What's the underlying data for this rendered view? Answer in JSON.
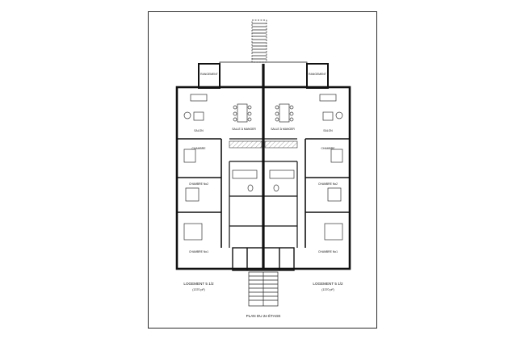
{
  "sheet": {
    "title": "PLAN DU 2e ÉTAGE"
  },
  "units": [
    {
      "name": "LOGEMENT 5 1/2",
      "area": "(1370 pi²)",
      "rooms": {
        "storage": "RANGEMENT",
        "living": "SALON",
        "dining": "SALLE À MANGER",
        "bedroom_a": "CHAMBRE",
        "bedroom_b": "CHAMBRE No2",
        "bedroom_main": "CHAMBRE No1"
      }
    },
    {
      "name": "LOGEMENT 5 1/2",
      "area": "(1370 pi²)",
      "rooms": {
        "storage": "RANGEMENT",
        "living": "SALON",
        "dining": "SALLE À MANGER",
        "bedroom_a": "CHAMBRE",
        "bedroom_b": "CHAMBRE No2",
        "bedroom_main": "CHAMBRE No1"
      }
    }
  ]
}
